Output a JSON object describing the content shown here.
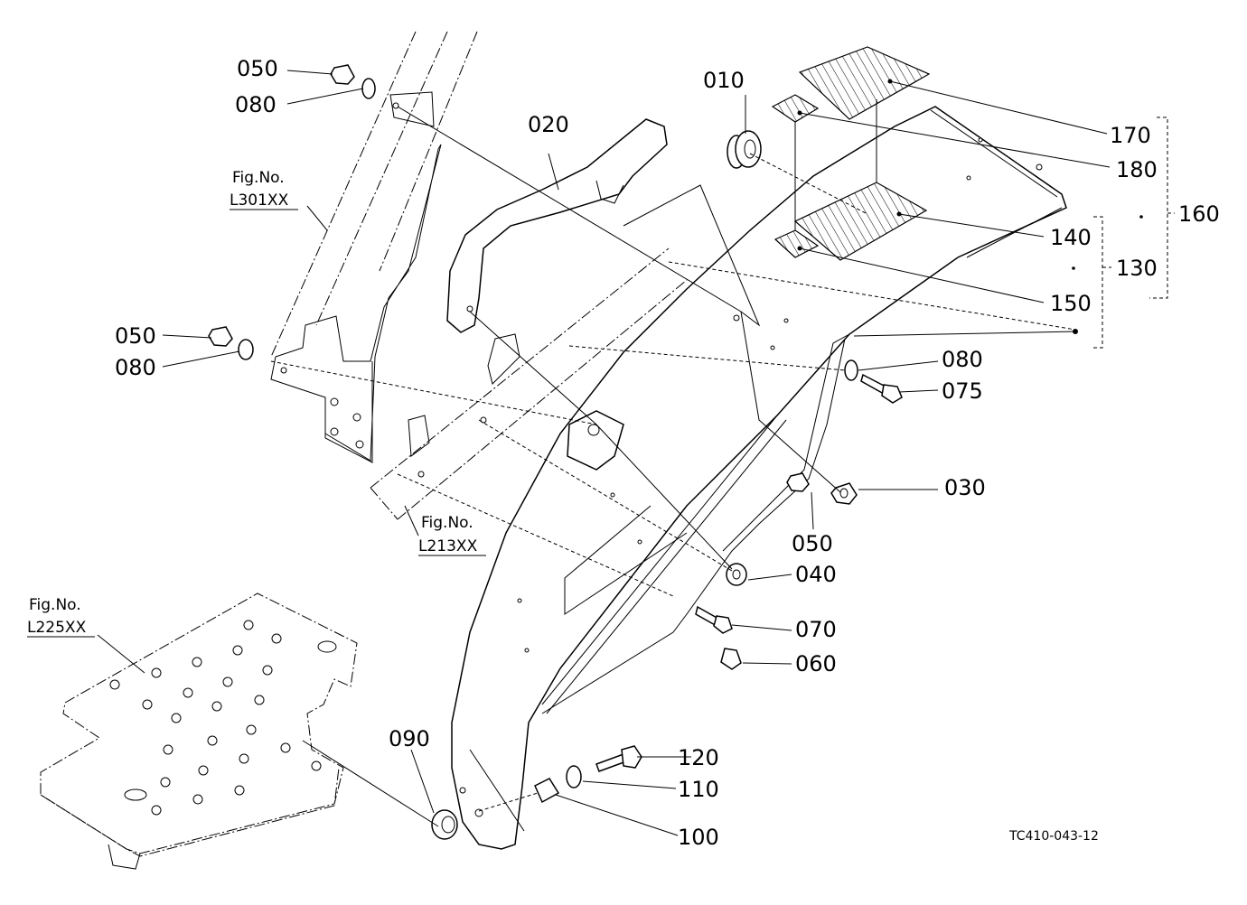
{
  "diagram": {
    "drawing_code": "TC410-043-12",
    "fig_refs": [
      {
        "id": "fig-l301",
        "line1": "Fig.No.",
        "line2": "L301XX"
      },
      {
        "id": "fig-l213",
        "line1": "Fig.No.",
        "line2": "L213XX"
      },
      {
        "id": "fig-l225",
        "line1": "Fig.No.",
        "line2": "L225XX"
      }
    ],
    "labels": {
      "p050_top": "050",
      "p080_top": "080",
      "p050_left": "050",
      "p080_left": "080",
      "p010": "010",
      "p020": "020",
      "p170": "170",
      "p180": "180",
      "p160": "160",
      "p140": "140",
      "p130": "130",
      "p150": "150",
      "p080_right": "080",
      "p075": "075",
      "p030": "030",
      "p050_mid": "050",
      "p040": "040",
      "p070": "070",
      "p060": "060",
      "p090": "090",
      "p120": "120",
      "p110": "110",
      "p100": "100"
    }
  }
}
